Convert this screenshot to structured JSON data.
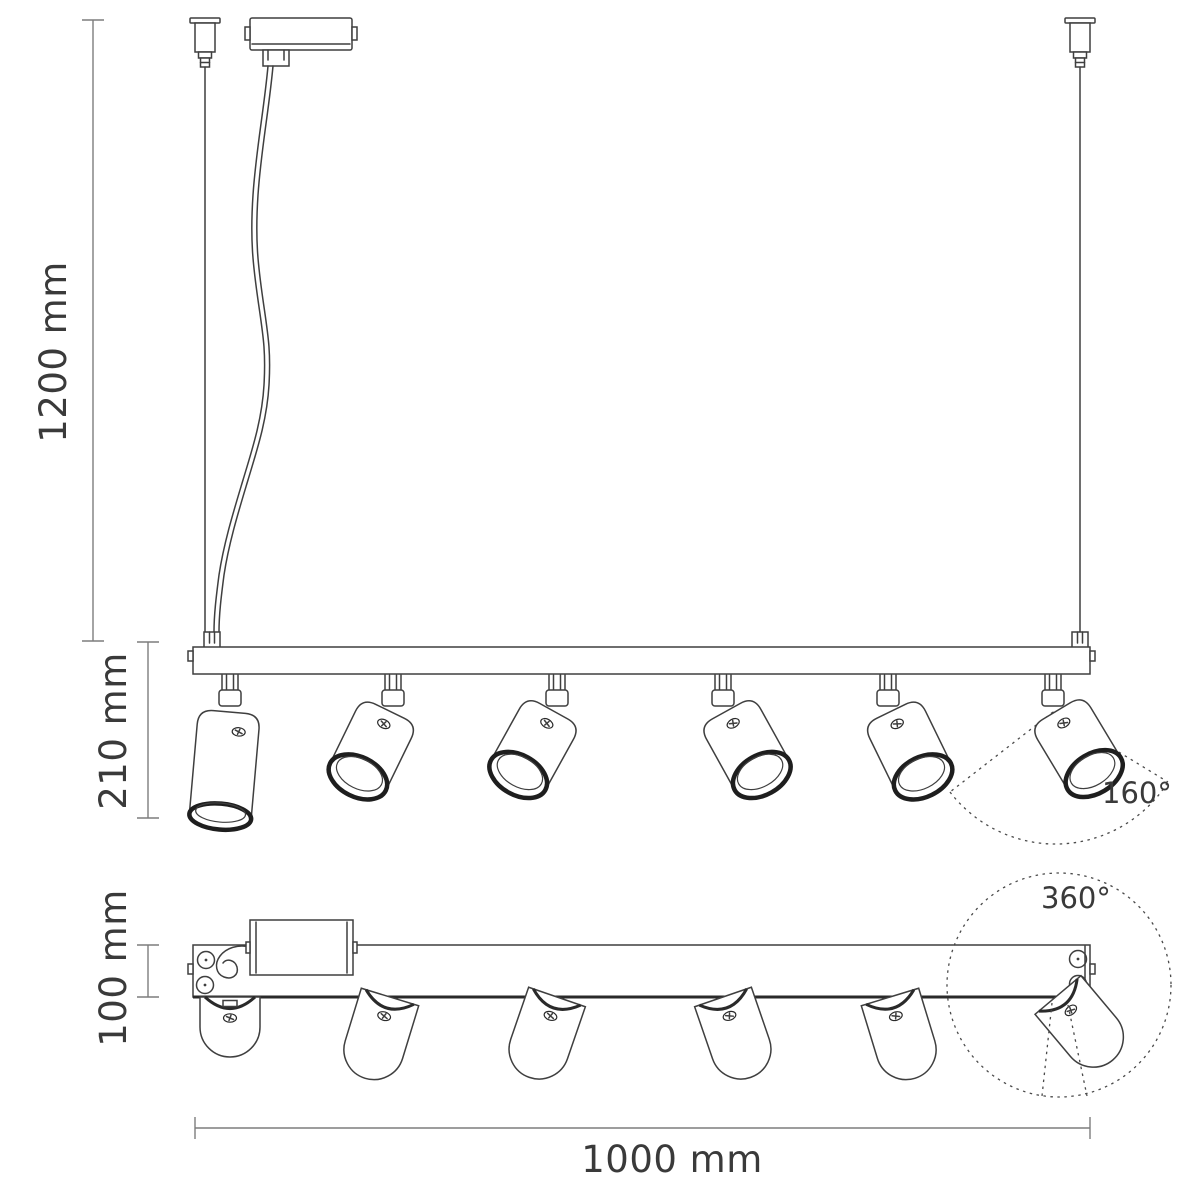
{
  "drawing": {
    "type": "technical-dimension-drawing",
    "subject": "linear pendant light with 6 adjustable spotlights, front view and top view",
    "labels": {
      "total_height": "1200 mm",
      "spot_height": "210 mm",
      "bar_height": "100 mm",
      "bar_length": "1000 mm",
      "tilt_angle": "160°",
      "rotation_angle": "360°"
    },
    "spotlight_count": 6,
    "colors": {
      "background": "#ffffff",
      "outline": "#3f3f3f",
      "accent_ring": "#1e1e1e",
      "dimension_line": "#7d7d7d",
      "text": "#3a3a3a"
    }
  }
}
